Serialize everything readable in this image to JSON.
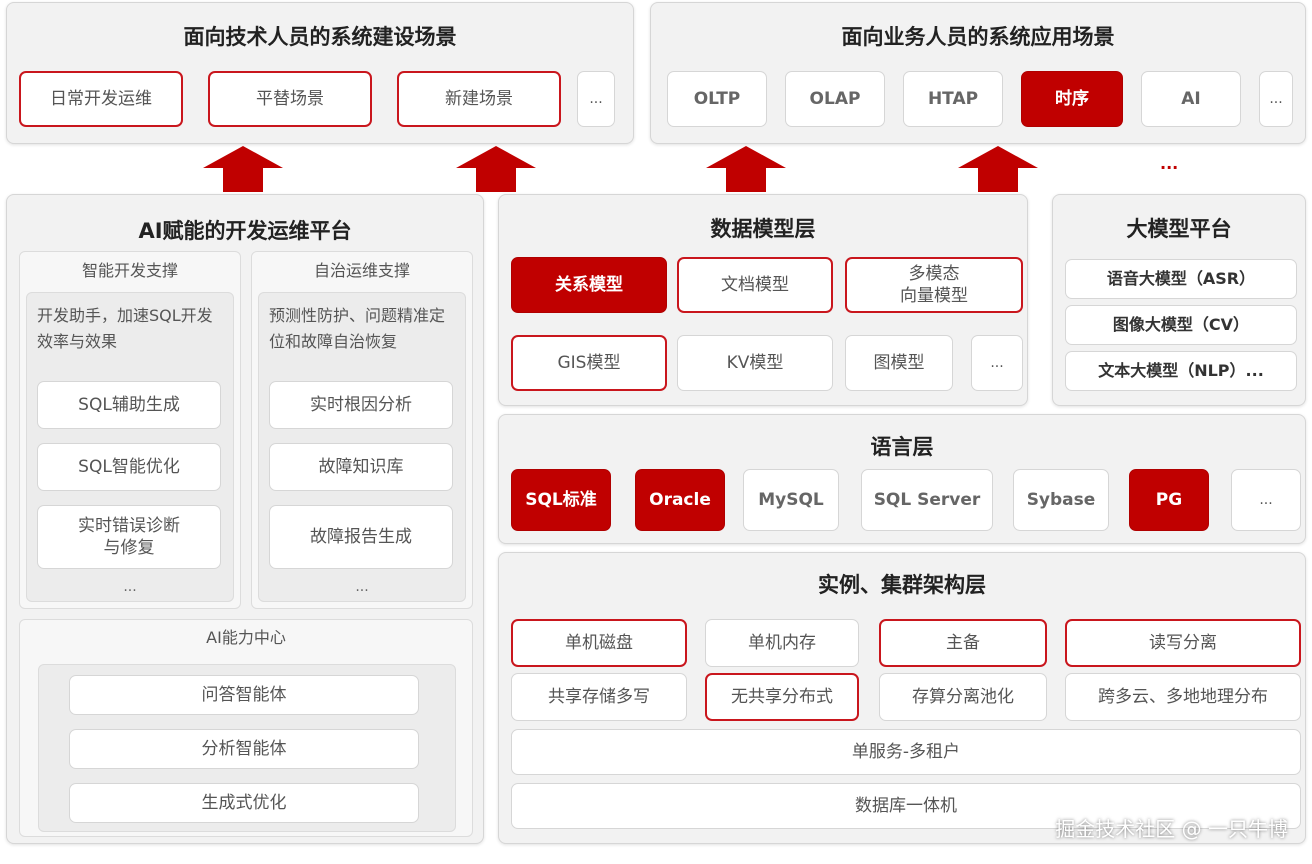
{
  "tech_panel": {
    "title": "面向技术人员的系统建设场景",
    "items": [
      "日常开发运维",
      "平替场景",
      "新建场景",
      "..."
    ]
  },
  "biz_panel": {
    "title": "面向业务人员的系统应用场景",
    "items": [
      "OLTP",
      "OLAP",
      "HTAP",
      "时序",
      "AI",
      "..."
    ],
    "more": "..."
  },
  "ai_platform": {
    "title": "AI赋能的开发运维平台",
    "dev_support": {
      "title": "智能开发支撑",
      "desc": "开发助手，加速SQL开发效率与效果",
      "items": [
        "SQL辅助生成",
        "SQL智能优化",
        "实时错误诊断\n与修复"
      ],
      "more": "..."
    },
    "ops_support": {
      "title": "自治运维支撑",
      "desc": "预测性防护、问题精准定位和故障自治恢复",
      "items": [
        "实时根因分析",
        "故障知识库",
        "故障报告生成"
      ],
      "more": "..."
    },
    "ai_center": {
      "title": "AI能力中心",
      "items": [
        "问答智能体",
        "分析智能体",
        "生成式优化"
      ]
    }
  },
  "data_model": {
    "title": "数据模型层",
    "row1": [
      "关系模型",
      "文档模型",
      "多模态\n向量模型"
    ],
    "row2": [
      "GIS模型",
      "KV模型",
      "图模型",
      "..."
    ]
  },
  "llm_platform": {
    "title": "大模型平台",
    "items": [
      "语音大模型（ASR）",
      "图像大模型（CV）",
      "文本大模型（NLP）..."
    ]
  },
  "language": {
    "title": "语言层",
    "items": [
      "SQL标准",
      "Oracle",
      "MySQL",
      "SQL Server",
      "Sybase",
      "PG",
      "..."
    ]
  },
  "cluster": {
    "title": "实例、集群架构层",
    "row1": [
      "单机磁盘",
      "单机内存",
      "主备",
      "读写分离"
    ],
    "row2": [
      "共享存储多写",
      "无共享分布式",
      "存算分离池化",
      "跨多云、多地地理分布"
    ],
    "row3": "单服务-多租户",
    "row4": "数据库一体机"
  },
  "watermark": "掘金技术社区 @ 一只牛博",
  "colors": {
    "accent": "#c00000",
    "border_gray": "#d6d6d6",
    "panel_bg": "#f2f2f2"
  }
}
